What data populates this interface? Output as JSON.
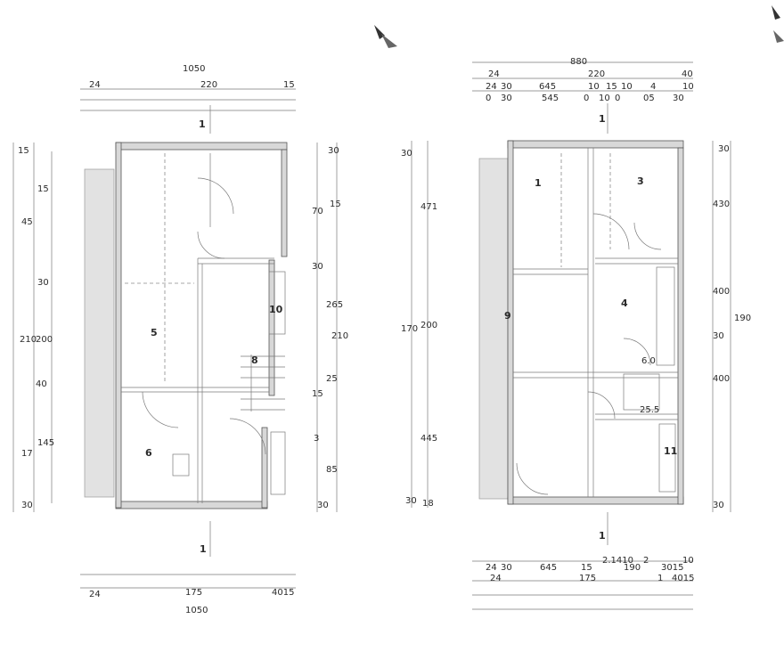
{
  "watermark": "",
  "left_plan": {
    "rooms": [
      {
        "id": "5",
        "label": "5"
      },
      {
        "id": "6",
        "label": "6"
      },
      {
        "id": "8",
        "label": "8"
      },
      {
        "id": "10",
        "label": "10"
      }
    ],
    "section_mark_top": "1",
    "section_mark_bottom": "1",
    "top_dims": {
      "overall": "1050",
      "row1": [
        "24",
        "220",
        "15"
      ],
      "row2": []
    },
    "bottom_dims": {
      "overall": "1050",
      "row1": [
        "24",
        "175",
        "4015"
      ],
      "row2": []
    },
    "left_dims": [
      "15",
      "45",
      "15",
      "30",
      "210",
      "200",
      "40",
      "145",
      "17",
      "30"
    ],
    "right_dims": [
      "30",
      "70",
      "15",
      "30",
      "265",
      "210",
      "25",
      "15",
      "3",
      "85",
      "30"
    ]
  },
  "right_plan": {
    "rooms": [
      {
        "id": "1",
        "label": "1"
      },
      {
        "id": "3",
        "label": "3"
      },
      {
        "id": "4",
        "label": "4"
      },
      {
        "id": "9",
        "label": "9"
      },
      {
        "id": "11",
        "label": "11"
      }
    ],
    "area_labels": [
      "25.5",
      "6.0"
    ],
    "section_mark_top": "1",
    "section_mark_bottom": "1",
    "top_dims": {
      "overall": "880",
      "row1": [
        "24",
        "220",
        "40"
      ],
      "row2": [
        "24",
        "30",
        "645",
        "10",
        "15",
        "10",
        "4",
        "10"
      ],
      "row3": [
        "0",
        "30",
        "545",
        "0",
        "10",
        "0",
        "05",
        "30"
      ]
    },
    "bottom_dims": {
      "overall": "",
      "row1": [
        "24",
        "30",
        "645",
        "15",
        "2.1410",
        "190",
        "2",
        "3015",
        "10"
      ],
      "row2": [
        "24",
        "175",
        "1",
        "4015"
      ]
    },
    "left_dims": [
      "30",
      "471",
      "170",
      "200",
      "445",
      "30",
      "18"
    ],
    "right_dims": [
      "30",
      "430",
      "400",
      "30",
      "190",
      "400",
      "30"
    ]
  }
}
